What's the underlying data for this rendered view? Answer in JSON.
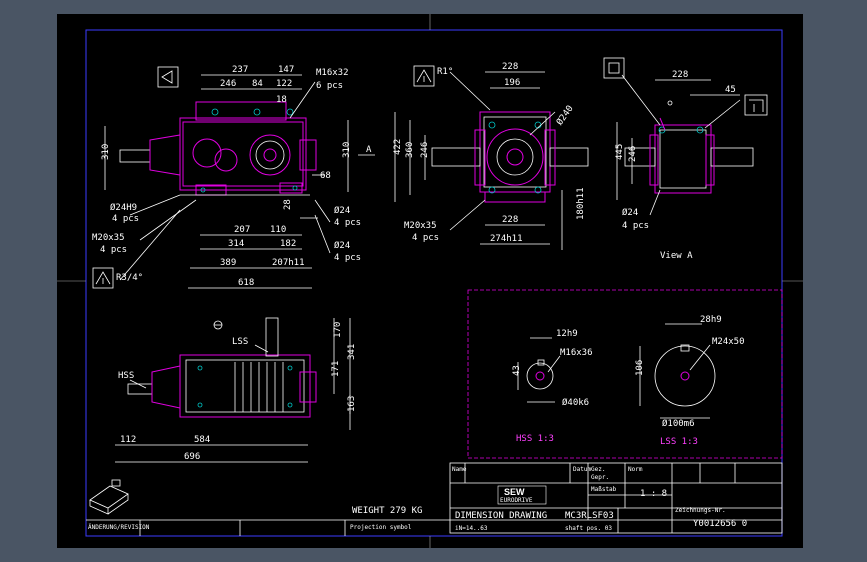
{
  "front_view": {
    "dims_top": [
      "237",
      "147",
      "246",
      "84",
      "122",
      "18"
    ],
    "bolt_note": [
      "M16x32",
      "6 pcs"
    ],
    "dim_left": "310",
    "dim_right": "310",
    "section_mark": "A",
    "dims_bottom": [
      "207",
      "110",
      "28",
      "68",
      "314",
      "182",
      "389",
      "207h11",
      "618"
    ],
    "holes_left": [
      "Ø24H9",
      "4 pcs"
    ],
    "holes_right_1": [
      "Ø24",
      "4 pcs"
    ],
    "holes_right_2": [
      "Ø24",
      "4 pcs"
    ],
    "thread_note": [
      "M20x35",
      "4 pcs"
    ],
    "r_label": "R3/4°"
  },
  "side_view": {
    "r_label": "R1°",
    "dims_top": [
      "228",
      "196"
    ],
    "dia": "Ø240",
    "dims_left": [
      "422",
      "360",
      "246"
    ],
    "dims_bottom": [
      "228",
      "274h11"
    ],
    "dim_right": "180h11",
    "thread_note": [
      "M20x35",
      "4 pcs"
    ]
  },
  "view_a": {
    "label": "View A",
    "dims_top": [
      "228",
      "45"
    ],
    "dims_left": [
      "445",
      "246"
    ],
    "holes": [
      "Ø24",
      "4 pcs"
    ]
  },
  "top_view": {
    "lss": "LSS",
    "hss": "HSS",
    "dims_right": [
      "170",
      "341",
      "171",
      "163"
    ],
    "dims_bottom": [
      "112",
      "584",
      "696"
    ],
    "weight": "WEIGHT 279 KG"
  },
  "shaft_details": {
    "hss": {
      "key": "12h9",
      "thread": "M16x36",
      "height": "43",
      "dia": "Ø40k6",
      "title": "HSS 1:3"
    },
    "lss": {
      "key": "28h9",
      "thread": "M24x50",
      "height": "106",
      "dia": "Ø100m6",
      "title": "LSS 1:3"
    }
  },
  "title_block": {
    "logo": "SEW",
    "logo_sub": "EURODRIVE",
    "scale": "1 : 8",
    "doc_title": "DIMENSION DRAWING",
    "model": "MC3RLSF03",
    "ratio": "iN=14..63",
    "shaft_pos": "shaft pos. 03",
    "doc_number": "Y0012656 0",
    "revision_label": "ÄNDERUNG/REVISION",
    "projection": "Projection symbol",
    "small_cells": [
      "Name",
      "Datum",
      "Gez.",
      "Gepr.",
      "Norm",
      "Maßstab",
      "Zeichnungs-Nr."
    ]
  },
  "colors": {
    "background": "#000000",
    "frame": "#3b3bff",
    "magenta": "#e000e0",
    "cyan": "#00c8c8",
    "viewport": "#4a5564"
  }
}
